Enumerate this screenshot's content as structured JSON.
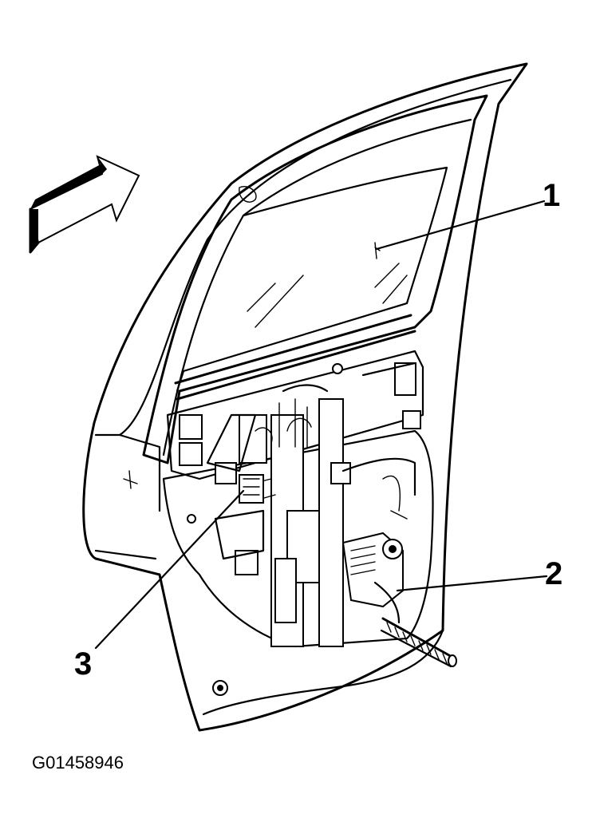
{
  "diagram": {
    "figure_id": "G01458946",
    "callouts": [
      {
        "number": "1"
      },
      {
        "number": "2"
      },
      {
        "number": "3"
      }
    ]
  }
}
